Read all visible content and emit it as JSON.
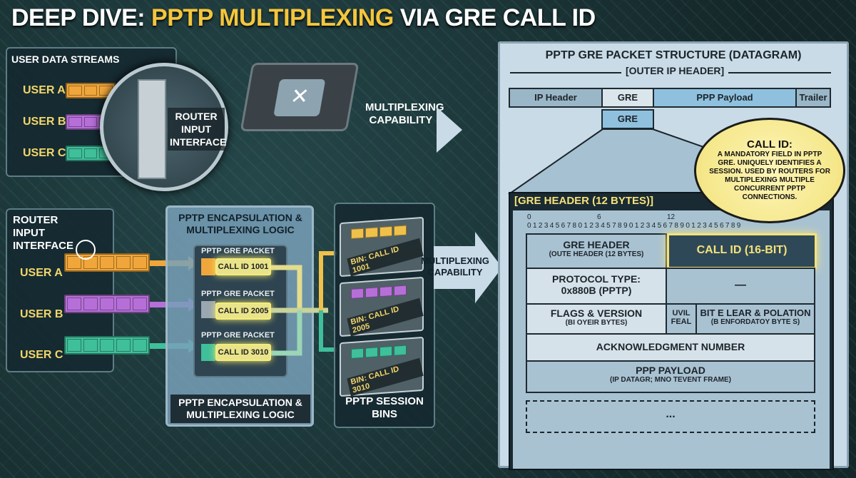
{
  "title": {
    "part1": "DEEP DIVE: ",
    "part2": "PPTP MULTIPLEXING",
    "part3": " VIA GRE CALL ID"
  },
  "streams_panel": {
    "title": "USER DATA STREAMS",
    "users": [
      "USER A",
      "USER B",
      "USER C"
    ]
  },
  "magnifier": {
    "label": "ROUTER INPUT INTERFACE"
  },
  "mux_label_top": "MULTIPLEXING CAPABILITY",
  "router_panel": {
    "title": "ROUTER INPUT INTERFACE",
    "users": [
      "USER A",
      "USER B",
      "USER C"
    ]
  },
  "encap_panel": {
    "title": "PPTP ENCAPSULATION & MULTIPLEXING LOGIC",
    "footer": "PPTP ENCAPSULATION & MULTIPLEXING LOGIC",
    "packets": [
      {
        "label": "PPTP GRE PACKET",
        "call_id": "CALL ID 1001"
      },
      {
        "label": "PPTP GRE PACKET",
        "call_id": "CALL ID 2005"
      },
      {
        "label": "PPTP GRE PACKET",
        "call_id": "CALL ID 3010"
      }
    ]
  },
  "bins_panel": {
    "footer": "PPTP SESSION BINS",
    "bins": [
      "BIN: CALL ID 1001",
      "BIN: CALL ID 2005",
      "BIN: CALL ID 3010"
    ]
  },
  "mux_label_mid": "MULTIPLEXING CAPABILITY",
  "colors": {
    "user_a": "#f0a63a",
    "user_b": "#b66fd8",
    "user_c": "#3fbf9a",
    "accent": "#f4c63d"
  },
  "structure": {
    "title": "PPTP GRE PACKET STRUCTURE (DATAGRAM)",
    "outer": "[OUTER IP HEADER]",
    "segments": [
      "IP Header",
      "GRE",
      "PPP Payload",
      "Trailer"
    ],
    "gre_zoom": "GRE",
    "callout": {
      "title": "CALL ID:",
      "body": "A MANDATORY FIELD IN PPTP GRE. UNIQUELY IDENTIFIES A SESSION. USED BY ROUTERS FOR MULTIPLEXING MULTIPLE CONCURRENT PPTP CONNECTIONS."
    },
    "header_title": "[GRE HEADER (12 BYTES)]",
    "bit_marks": [
      "0",
      "6",
      "12"
    ],
    "bit_row": "0 1 2 3 4 5 6 7 8 0 1 2 3 4 5 7 8 9 0 1 2 3 4 5 6 7 8 9 0 1 2 3 4 5 6 7 8 9",
    "fields": {
      "gre_header": "GRE HEADER",
      "gre_header_sub": "(OUTE HEADER (12 BYTES)",
      "call_id": "CALL ID (16-BIT)",
      "protocol": "PROTOCOL TYPE:",
      "protocol_val": "0x880B (PPTP)",
      "dash": "—",
      "flags": "FLAGS & VERSION",
      "flags_sub": "(BI OYEIR BYTES)",
      "uvil": "UVIL",
      "feal": "FEAL",
      "bit": "BIT E LEAR & POLATION",
      "bit_sub": "(B ENFORDATOY BYTE S)",
      "ack": "ACKNOWLEDGMENT NUMBER",
      "payload": "PPP PAYLOAD",
      "payload_sub": "(IP DATAGR; MNO TEVENT FRAME)",
      "ellipsis": "..."
    }
  }
}
